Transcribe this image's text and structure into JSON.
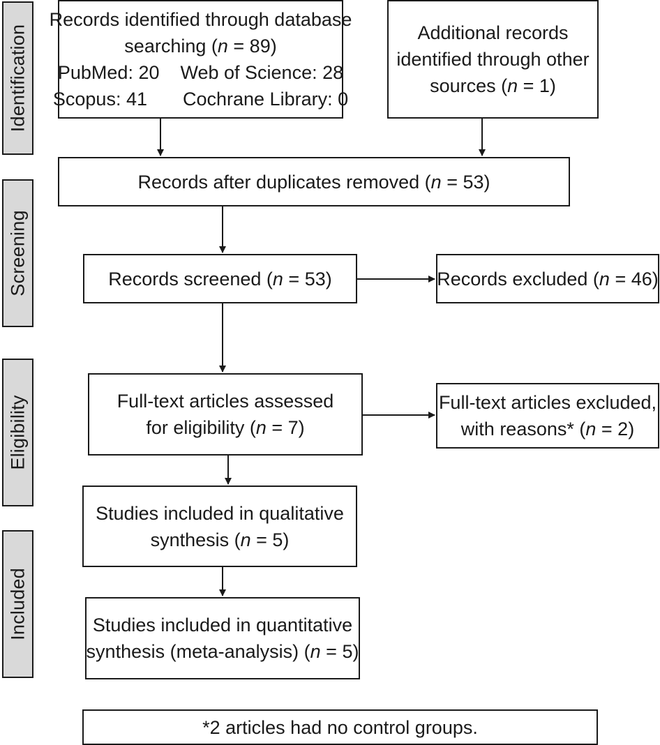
{
  "phases": {
    "identification": "Identification",
    "screening": "Screening",
    "eligibility": "Eligibility",
    "included": "Included"
  },
  "boxes": {
    "db_search": {
      "line1": "Records identified through database",
      "line2_pre": "searching (",
      "n_sym": "n",
      "line2_post": " = 89)",
      "pubmed": "PubMed: 20",
      "wos": "Web of Science: 28",
      "scopus": "Scopus: 41",
      "cochrane": "Cochrane Library: 0"
    },
    "other_sources": {
      "line1": "Additional records",
      "line2": "identified through other",
      "line3_pre": "sources (",
      "n_sym": "n",
      "line3_post": " = 1)"
    },
    "duplicates_removed": {
      "pre": "Records after duplicates removed (",
      "n_sym": "n",
      "post": " = 53)"
    },
    "screened": {
      "pre": "Records screened (",
      "n_sym": "n",
      "post": " = 53)"
    },
    "excluded": {
      "pre": "Records excluded (",
      "n_sym": "n",
      "post": " = 46)"
    },
    "fulltext_assessed": {
      "line1": "Full-text articles assessed",
      "line2_pre": "for eligibility (",
      "n_sym": "n",
      "line2_post": " = 7)"
    },
    "fulltext_excluded": {
      "line1": "Full-text articles excluded,",
      "line2_pre": "with reasons* (",
      "n_sym": "n",
      "line2_post": " = 2)"
    },
    "qualitative": {
      "line1": "Studies included in qualitative",
      "line2_pre": "synthesis (",
      "n_sym": "n",
      "line2_post": " = 5)"
    },
    "quantitative": {
      "line1": "Studies included in quantitative",
      "line2_pre": "synthesis (meta-analysis) (",
      "n_sym": "n",
      "line2_post": " = 5)"
    },
    "footnote": "*2 articles had no control groups."
  }
}
